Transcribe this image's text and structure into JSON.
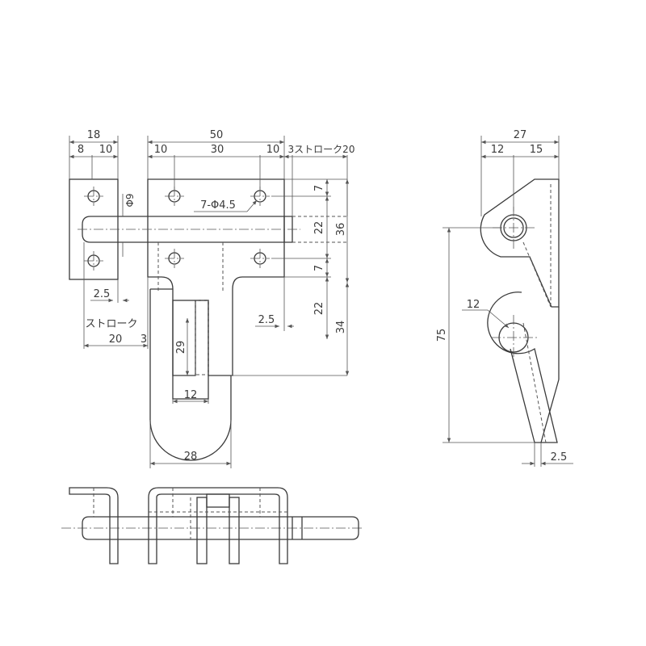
{
  "drawing": {
    "front_view": {
      "dims": {
        "d18": "18",
        "d8": "8",
        "d10a": "10",
        "d50": "50",
        "d10b": "10",
        "d30": "30",
        "d10c": "10",
        "d3_stroke20": "3ストローク20",
        "d7a": "7",
        "d22a": "22",
        "d36": "36",
        "d7b": "7",
        "d22b": "22",
        "d34": "34",
        "phi9": "Φ9",
        "hole_note": "7-Φ4.5",
        "d2_5a": "2.5",
        "d2_5b": "2.5",
        "stroke_label": "ストローク",
        "d20": "20",
        "d3": "3",
        "d29": "29",
        "d12": "12",
        "d28": "28"
      }
    },
    "side_view": {
      "dims": {
        "d27": "27",
        "d12": "12",
        "d15": "15",
        "d12r": "12",
        "d75": "75",
        "d2_5": "2.5"
      }
    },
    "top_view": {}
  }
}
